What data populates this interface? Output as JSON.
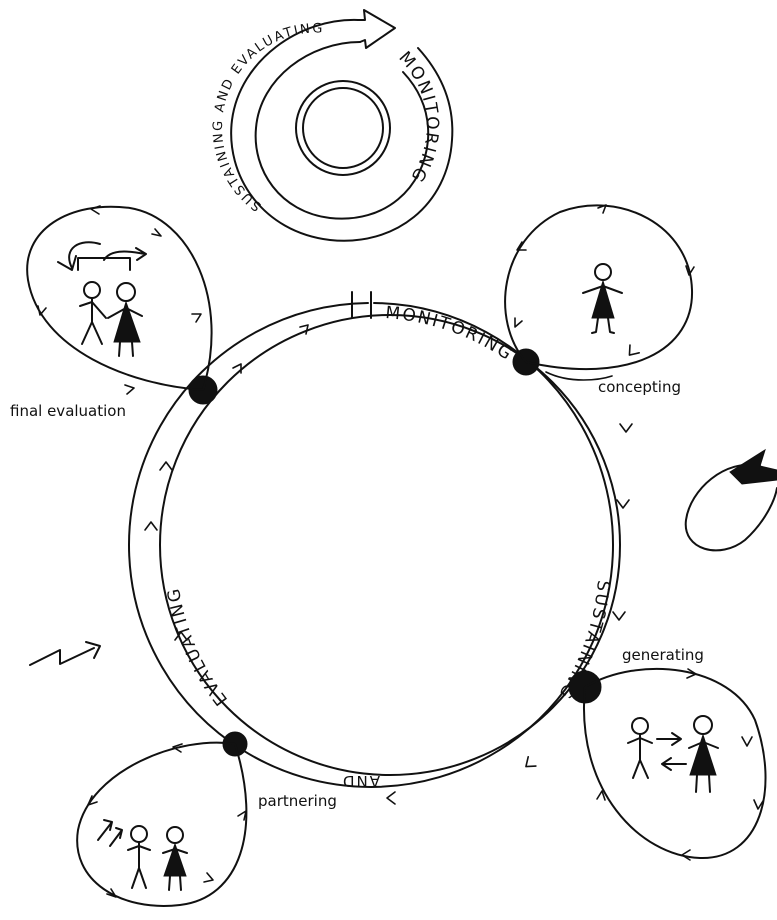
{
  "emblem": {
    "outer_text": "SUSTAINING AND EVALUATING",
    "side_text": "MONITORING"
  },
  "cycle": {
    "monitoring_label": "MONITORING",
    "sustaining_label": "SUSTAINING",
    "and_label": "AND",
    "evaluating_label": "EVALUATING"
  },
  "stages": [
    {
      "id": "concepting",
      "label": "concepting"
    },
    {
      "id": "generating",
      "label": "generating"
    },
    {
      "id": "partnering",
      "label": "partnering"
    },
    {
      "id": "final-evaluation",
      "label": "final evaluation"
    }
  ],
  "colors": {
    "ink": "#111111",
    "paper": "#ffffff"
  }
}
